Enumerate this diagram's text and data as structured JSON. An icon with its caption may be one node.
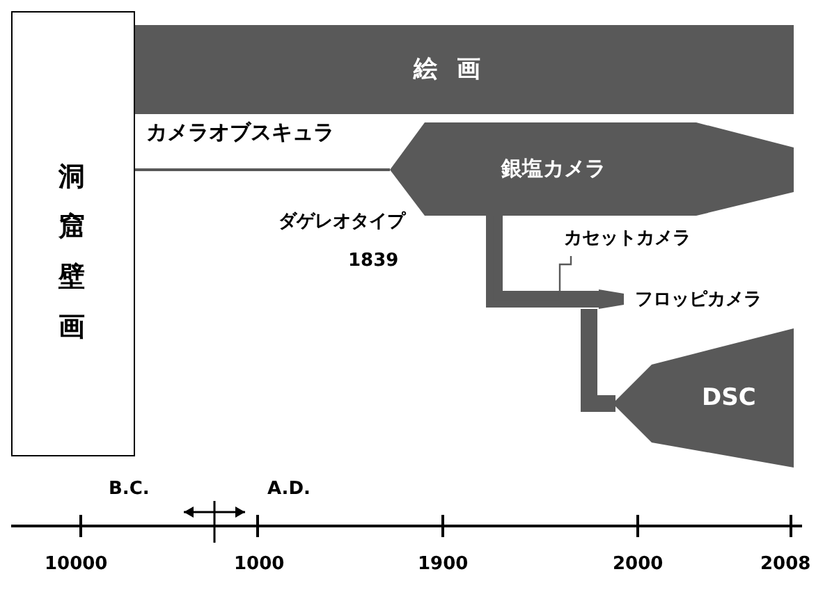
{
  "diagram": {
    "nodes": [
      {
        "text": [
          "洞窟壁画"
        ]
      },
      {
        "text": [
          "絵 画"
        ]
      },
      {
        "text": [
          "銀塩カメラ"
        ],
        "beside": [
          "ダゲレオタイプ",
          "1839"
        ]
      },
      {
        "text": [
          "カセットカメラ"
        ]
      },
      {
        "text": [
          "フロッピカメラ"
        ]
      },
      {
        "text": [
          "DSC"
        ]
      }
    ],
    "edges": [
      {
        "from": 0,
        "to": 2,
        "arrow": "none",
        "label": "カメラオブスキュラ"
      },
      {
        "from": 2,
        "to": 4,
        "arrow": "none",
        "style": "thick"
      },
      {
        "from": 2,
        "to": 3,
        "arrow": "none"
      },
      {
        "from": 4,
        "to": 5,
        "arrow": "none",
        "style": "thick"
      }
    ],
    "labels": [
      "B.C.",
      "A.D.",
      "10000",
      "1000",
      "1900",
      "2000",
      "2008"
    ]
  }
}
